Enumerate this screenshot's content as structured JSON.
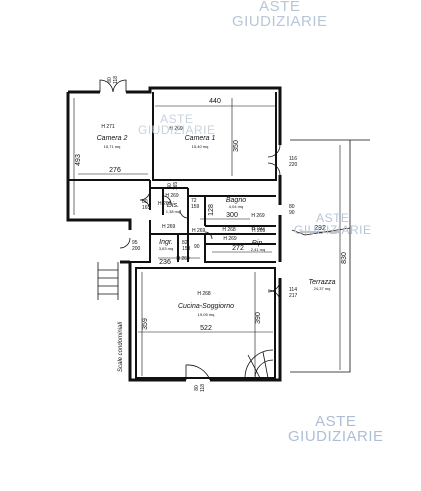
{
  "watermark": {
    "line1": "ASTE",
    "line2": "GIUDIZIARIE"
  },
  "rooms": {
    "camera2": {
      "name": "Camera 2",
      "height": "H 271",
      "area": "15,71 mq"
    },
    "camera1": {
      "name": "Camera 1",
      "height": "H 269",
      "area": "15,40 mq"
    },
    "dis": {
      "name": "Dis.",
      "height": "H 269",
      "area": "1,38 mq"
    },
    "bagno": {
      "name": "Bagno",
      "height": "H 269",
      "area": "4,04 mq"
    },
    "ingr": {
      "name": "Ingr.",
      "height": "H 269",
      "area": "3,63 mq"
    },
    "rip": {
      "name": "Rip.",
      "height": "H 269",
      "area": "2,41 mq"
    },
    "cucina": {
      "name": "Cucina-Soggiorno",
      "height": "H 268",
      "area": "19,05 mq"
    },
    "terrazza": {
      "name": "Terrazza",
      "area": "24,37 mq"
    }
  },
  "labels": {
    "stairs": "Scale condominiali"
  },
  "dims": {
    "d440": "440",
    "d350": "350",
    "d493": "493",
    "d276": "276",
    "d300": "300",
    "d128": "128",
    "d292": "292",
    "d830": "830",
    "d272": "272",
    "d236": "236",
    "d522": "522",
    "d359": "359",
    "d390": "390",
    "d80t": "80",
    "d118t": "118",
    "d80b": "80",
    "d118b": "118",
    "d116": "116",
    "d220": "220",
    "d80r": "80",
    "d90r": "90",
    "d114": "114",
    "d217": "217",
    "d80a": "80",
    "d165": "165",
    "d80c": "80",
    "d165b": "165",
    "d72": "72",
    "d159": "159",
    "d82": "82",
    "d158": "158",
    "d95": "95",
    "d200": "200",
    "d90": "90",
    "h192": "H 192",
    "h269a": "H 269",
    "h269b": "H 269",
    "h268": "H 268",
    "h269c": "H 269",
    "h269d": "H 269"
  }
}
